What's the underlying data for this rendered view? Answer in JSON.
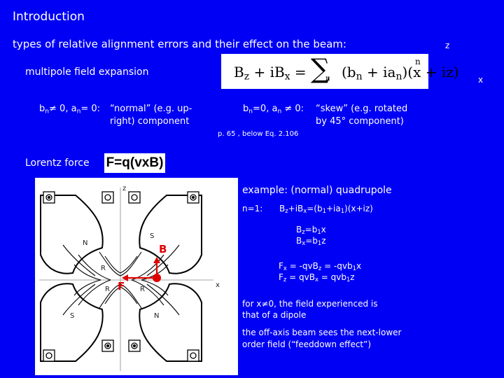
{
  "title": "Introduction",
  "subtitle": "types of relative alignment errors and their effect on the beam:",
  "axes": {
    "z": "z",
    "x": "x"
  },
  "multipole": {
    "label": "multipole field expansion",
    "equation": {
      "lhs": "B",
      "sum_index": "n",
      "exponent": "n"
    }
  },
  "normal": {
    "cond": "bn≠ 0, an= 0:",
    "desc_line1": "“normal” (e.g. up-",
    "desc_line2": "right) component"
  },
  "skew": {
    "cond": "bn=0, an ≠ 0:",
    "desc_line1": "“skew” (e.g. rotated",
    "desc_line2": "by 45° component)"
  },
  "reference": "p. 65 , below Eq. 2.106",
  "lorentz": {
    "label": "Lorentz force",
    "formula": "F=q(vxB)"
  },
  "figure": {
    "z_label": "z",
    "x_label": "x",
    "pole_labels": [
      "S",
      "N",
      "N",
      "S",
      "R",
      "R",
      "R"
    ],
    "vec_B": "B",
    "vec_F": "F",
    "colors": {
      "vector": "#e00000",
      "field_lines": "#000000",
      "background": "#ffffff"
    }
  },
  "example": {
    "heading": "example: (normal) quadrupole",
    "n_label": "n=1:",
    "expansion": "Bz+iBx=(b1+ia1)(x+iz)",
    "bz": "Bz=b1x",
    "bx": "Bx=b1z",
    "fx": "Fx = -qvBz = -qvb1x",
    "fz": "Fz = qvBx = qvb1z",
    "dipole_line1": "for x≠0, the field experienced is",
    "dipole_line2": "that of a dipole",
    "feeddown_line1": "the off-axis beam sees the next-lower",
    "feeddown_line2": "order field (“feeddown effect”)"
  }
}
